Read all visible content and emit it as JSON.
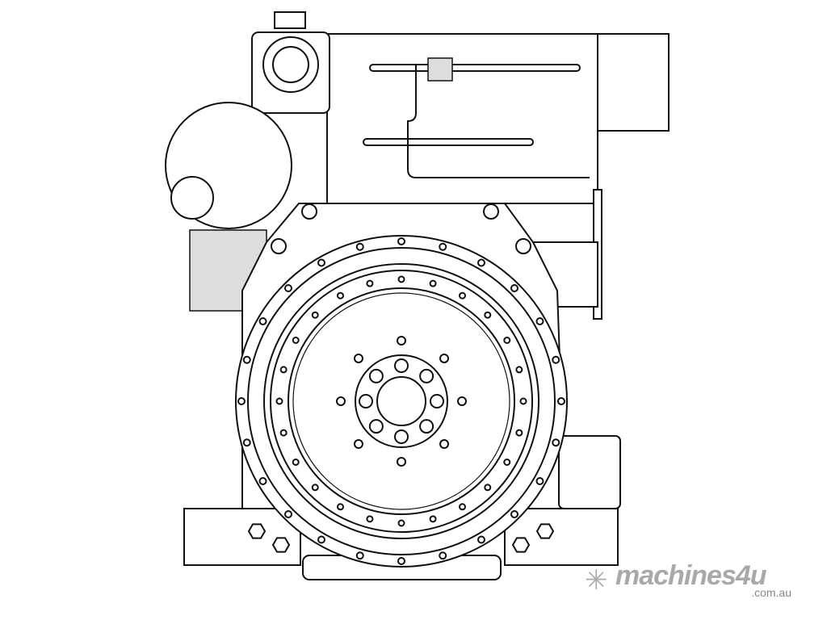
{
  "figure": {
    "subject": "engine-rear-view-line-drawing"
  },
  "watermark": {
    "brand": "machines4u",
    "domain": ".com.au",
    "icon": "snowflake-logo-icon"
  },
  "colors": {
    "line": "#111111",
    "watermark": "#a9a9a9"
  }
}
